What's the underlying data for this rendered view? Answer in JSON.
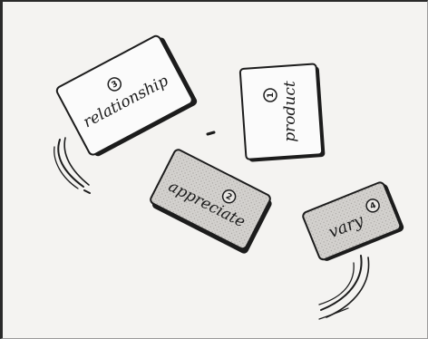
{
  "cards": [
    {
      "word": "relationship",
      "number": "3",
      "shaded": false
    },
    {
      "word": "product",
      "number": "1",
      "shaded": false
    },
    {
      "word": "appreciate",
      "number": "2",
      "shaded": true
    },
    {
      "word": "vary",
      "number": "4",
      "shaded": true
    }
  ],
  "colors": {
    "ink": "#1c1c1c",
    "paper": "#f4f3f1",
    "card": "#fbfbfb",
    "card_shaded": "#d9d7d4"
  }
}
